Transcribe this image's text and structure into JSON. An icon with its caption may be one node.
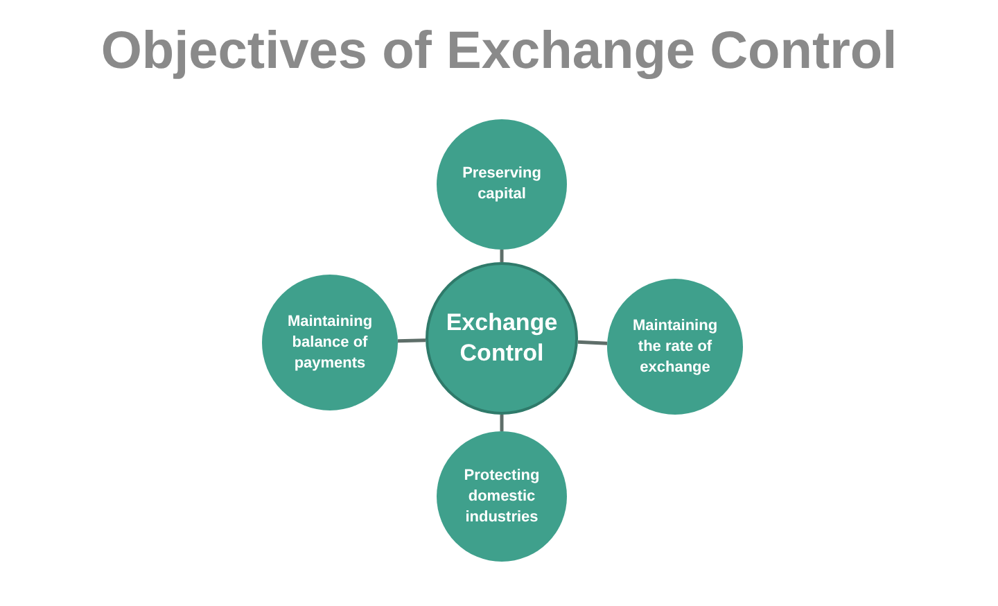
{
  "diagram": {
    "title": "Objectives of Exchange Control",
    "nodes": [
      {
        "text": [
          "Preserving capital"
        ]
      },
      {
        "text": [
          "Maintaining balance of payments"
        ]
      },
      {
        "text": [
          "Exchange Control"
        ]
      },
      {
        "text": [
          "Maintaining the rate of exchange"
        ]
      },
      {
        "text": [
          "Protecting domestic industries"
        ]
      }
    ],
    "edges": [
      {
        "from": 2,
        "to": 0,
        "arrow": "none"
      },
      {
        "from": 2,
        "to": 1,
        "arrow": "none"
      },
      {
        "from": 2,
        "to": 3,
        "arrow": "none"
      },
      {
        "from": 2,
        "to": 4,
        "arrow": "none"
      }
    ]
  }
}
